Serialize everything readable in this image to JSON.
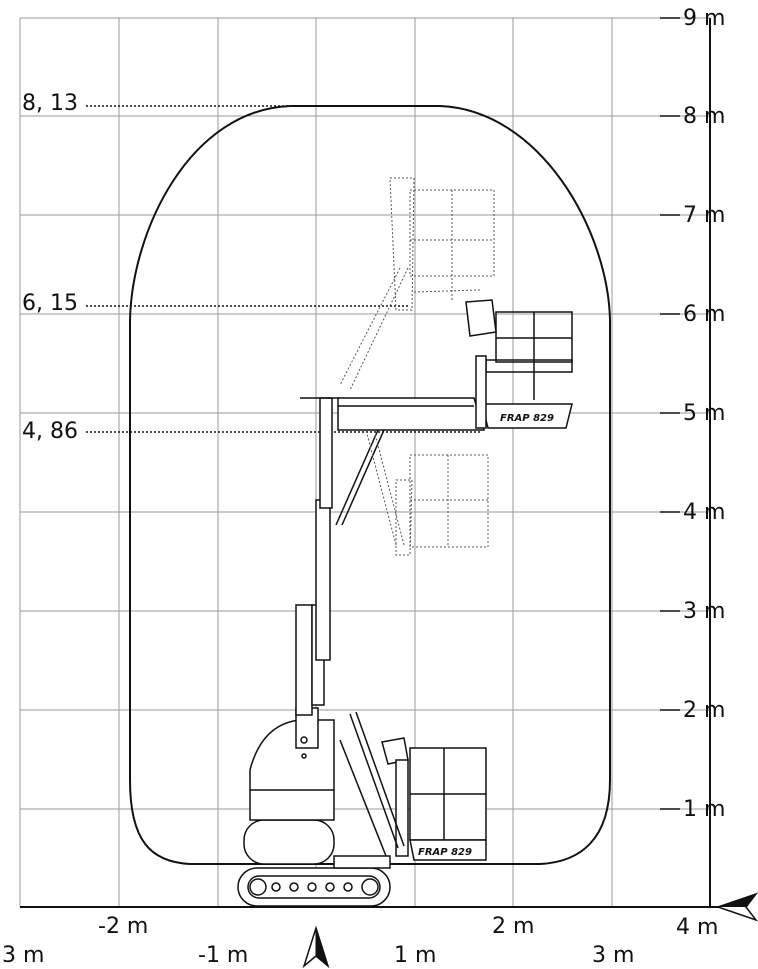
{
  "diagram": {
    "y_labels": [
      "1 m",
      "2 m",
      "3 m",
      "4 m",
      "5 m",
      "6 m",
      "7 m",
      "8 m",
      "9 m"
    ],
    "x_labels_top": [
      "-2 m",
      "2 m",
      "4 m"
    ],
    "x_labels_bottom": [
      "3 m",
      "-1 m",
      "1 m",
      "3 m"
    ],
    "height_markers": [
      {
        "label": "8, 13",
        "value_m": 8.13
      },
      {
        "label": "6, 15",
        "value_m": 6.15
      },
      {
        "label": "4, 86",
        "value_m": 4.86
      }
    ],
    "platform_brand": "FRAP 829"
  },
  "colors": {
    "line": "#111111",
    "grid": "#9a9a9a",
    "dotted": "#555555"
  }
}
